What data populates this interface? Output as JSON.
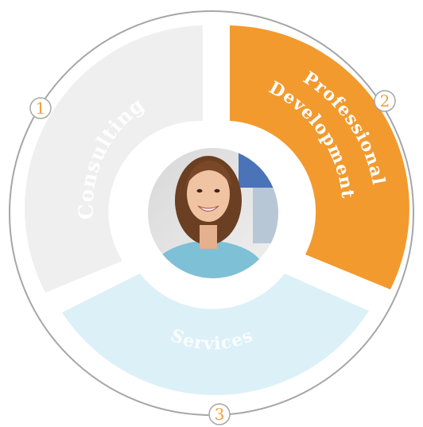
{
  "segments": [
    {
      "label": "Consulting",
      "color": "#efefef"
    },
    {
      "label_lines": [
        "Professional",
        "Development"
      ],
      "color": "#f29a2e"
    },
    {
      "label": "Services",
      "color": "#dcf0f8"
    }
  ],
  "markers": [
    "1",
    "2",
    "3"
  ],
  "center_photo": {
    "subject": "smiling woman portrait"
  },
  "colors": {
    "ring": "#a6a6a6",
    "number": "#f4a037",
    "photo_ring": "#ffffff"
  }
}
